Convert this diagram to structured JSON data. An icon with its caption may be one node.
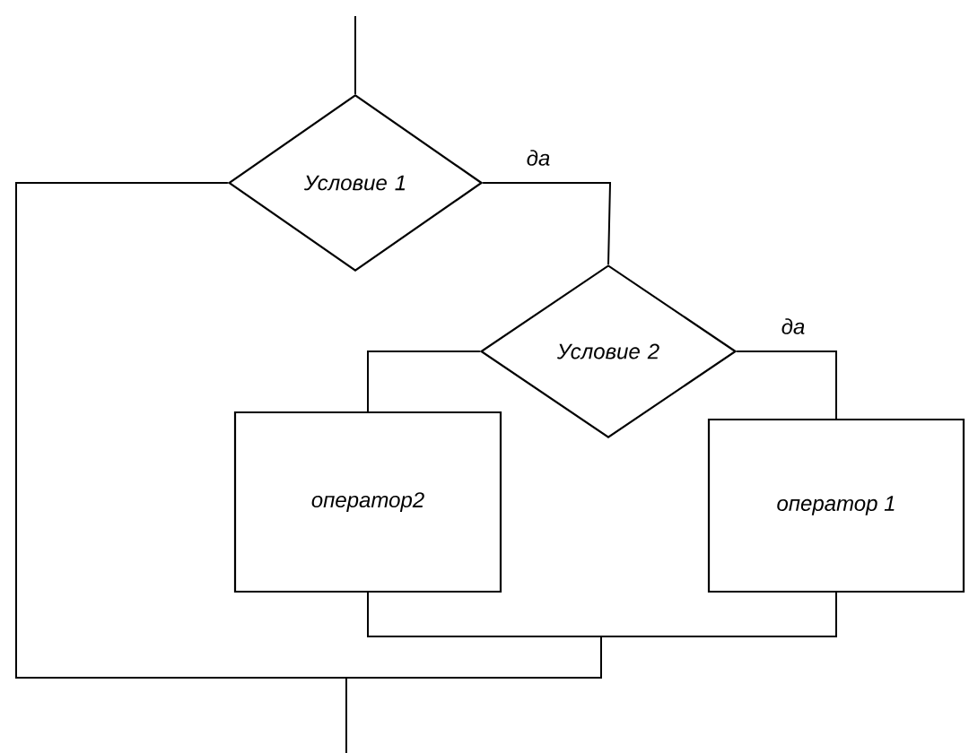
{
  "diagram": {
    "nodes": [
      {
        "text": [
          "Условие 1"
        ]
      },
      {
        "text": [
          "Условие 2"
        ]
      },
      {
        "text": [
          "оператор2"
        ]
      },
      {
        "text": [
          "оператор 1"
        ]
      }
    ],
    "edges": [
      {
        "from": null,
        "to": 0,
        "arrow": "none"
      },
      {
        "from": 0,
        "to": 1,
        "label": "да",
        "arrow": "none"
      },
      {
        "from": 1,
        "to": 2,
        "arrow": "none"
      },
      {
        "from": 1,
        "to": 3,
        "label": "да",
        "arrow": "none"
      },
      {
        "from": 2,
        "to": null,
        "arrow": "none"
      },
      {
        "from": 3,
        "to": null,
        "arrow": "none"
      },
      {
        "from": 0,
        "to": null,
        "arrow": "none"
      }
    ]
  }
}
